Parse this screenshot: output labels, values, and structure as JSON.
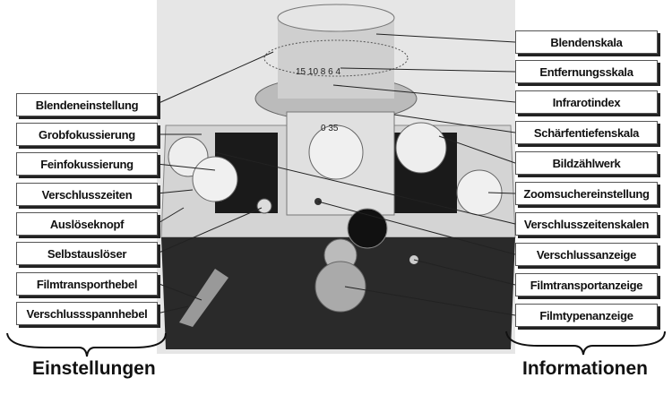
{
  "left_labels": [
    "Blendeneinstellung",
    "Grobfokussierung",
    "Feinfokussierung",
    "Verschlusszeiten",
    "Auslöseknopf",
    "Selbstauslöser",
    "Filmtransporthebel",
    "Verschlussspannhebel"
  ],
  "right_labels": [
    "Blendenskala",
    "Entfernungsskala",
    "Infrarotindex",
    "Schärfentiefenskala",
    "Bildzählwerk",
    "Zoomsuchereinstellung",
    "Verschlusszeitenskalen",
    "Verschlussanzeige",
    "Filmtransportanzeige",
    "Filmtypenanzeige"
  ],
  "groups": {
    "left": "Einstellungen",
    "right": "Informationen"
  },
  "lens_scale_marks": "15 10 8 6 4",
  "counter_marks": "0 35"
}
